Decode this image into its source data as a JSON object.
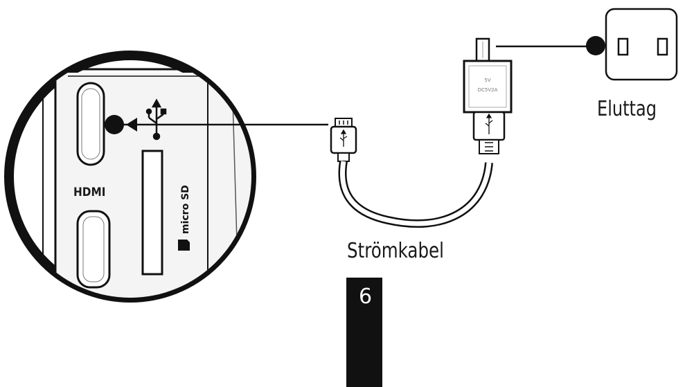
{
  "labels": {
    "outlet": "Eluttag",
    "cable": "Strömkabel",
    "hdmi": "HDMI",
    "microsd": "micro SD",
    "adapter_line1": "5V",
    "adapter_line2": "DC5V2A"
  },
  "page": {
    "number": "6"
  },
  "colors": {
    "ink": "#111111",
    "paper": "#ffffff",
    "gray": "#9a9a9a"
  },
  "icons": [
    "usb-icon",
    "arrow-left-icon",
    "sd-card-icon"
  ]
}
